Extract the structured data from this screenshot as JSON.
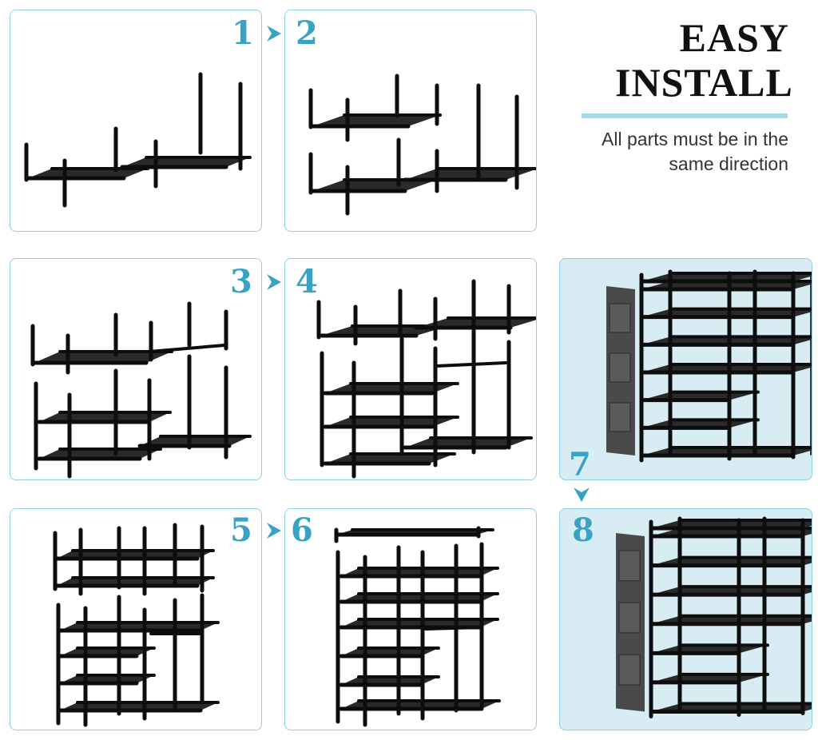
{
  "header": {
    "title_line1": "EASY",
    "title_line2": "INSTALL",
    "subtitle_line1": "All parts must be in the",
    "subtitle_line2": "same direction",
    "accent_color": "#3aa3c4",
    "rule_color": "#a7dae9"
  },
  "steps": [
    {
      "label": "1"
    },
    {
      "label": "2"
    },
    {
      "label": "3"
    },
    {
      "label": "4"
    },
    {
      "label": "5"
    },
    {
      "label": "6"
    },
    {
      "label": "7"
    },
    {
      "label": "8"
    }
  ],
  "icons": {
    "arrow": "chevron-right-icon",
    "arrow_down": "chevron-down-icon"
  }
}
